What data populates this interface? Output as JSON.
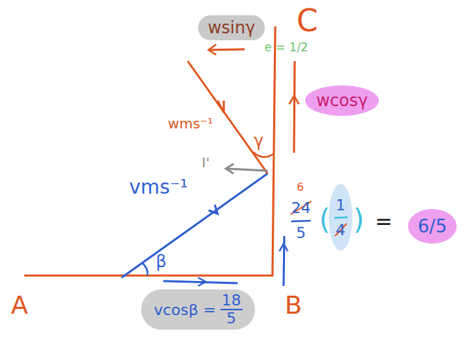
{
  "diagram": {
    "nodes": [
      {
        "text": [
          "wsinγ"
        ]
      },
      {
        "text": [
          "wcosγ"
        ]
      },
      {
        "text": [
          "vcosβ =",
          "18",
          "5"
        ]
      },
      {
        "text": [
          "6/5"
        ]
      }
    ],
    "labels": [
      "C",
      "e = 1/2",
      "wms⁻¹",
      "γ",
      "I'",
      "vms⁻¹",
      "β",
      "A",
      "B",
      "6",
      "24",
      "5",
      "(",
      "1",
      "4",
      ")",
      "="
    ]
  }
}
